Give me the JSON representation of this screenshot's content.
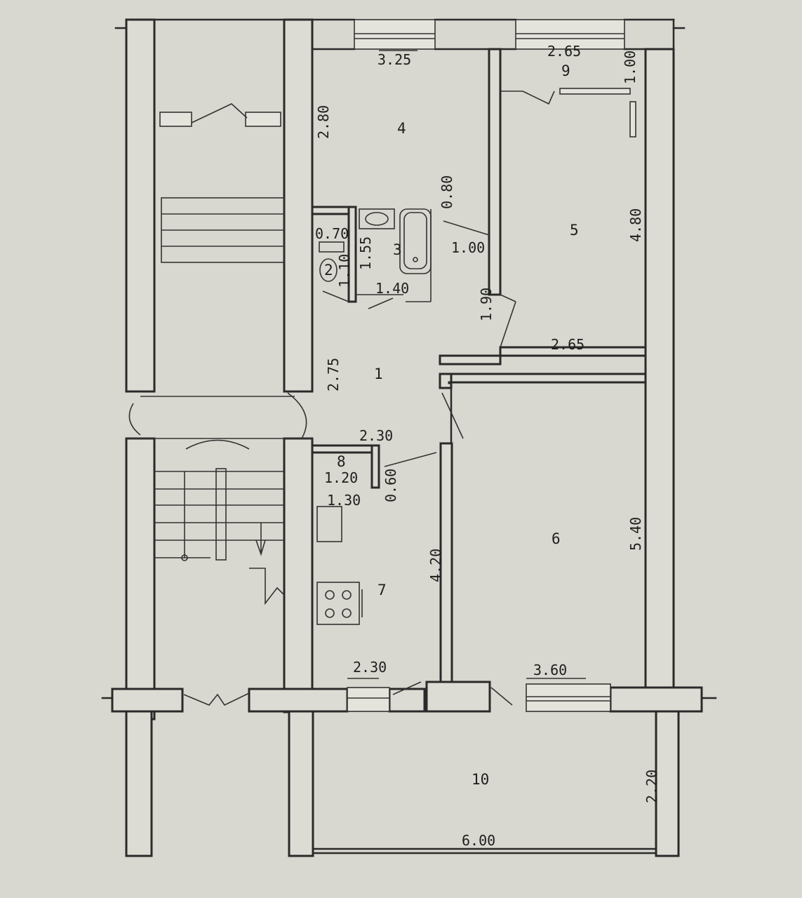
{
  "rooms": {
    "r1": "1",
    "r2": "2",
    "r3": "3",
    "r4": "4",
    "r5": "5",
    "r6": "6",
    "r7": "7",
    "r8": "8",
    "r9": "9",
    "r10": "10"
  },
  "dims": {
    "d_r4_width": "3.25",
    "d_r4_height": "2.80",
    "d_r9_width": "2.65",
    "d_r9_height": "1.00",
    "d_r3_door": "0.80",
    "d_r2_width": "0.70",
    "d_r2_height": "1.10",
    "d_r3_height": "1.55",
    "d_r3_width": "1.40",
    "d_corr_upper": "1.00",
    "d_corr_vert": "1.90",
    "d_r5_height": "4.80",
    "d_r5_width": "2.65",
    "d_r1_height": "2.75",
    "d_r1_width": "2.30",
    "d_r8_width": "1.20",
    "d_r8_height": "0.60",
    "d_r7_top": "1.30",
    "d_r7_height": "4.20",
    "d_r7_width": "2.30",
    "d_r6_height": "5.40",
    "d_r6_width": "3.60",
    "d_r10_height": "2.20",
    "d_r10_width": "6.00"
  }
}
